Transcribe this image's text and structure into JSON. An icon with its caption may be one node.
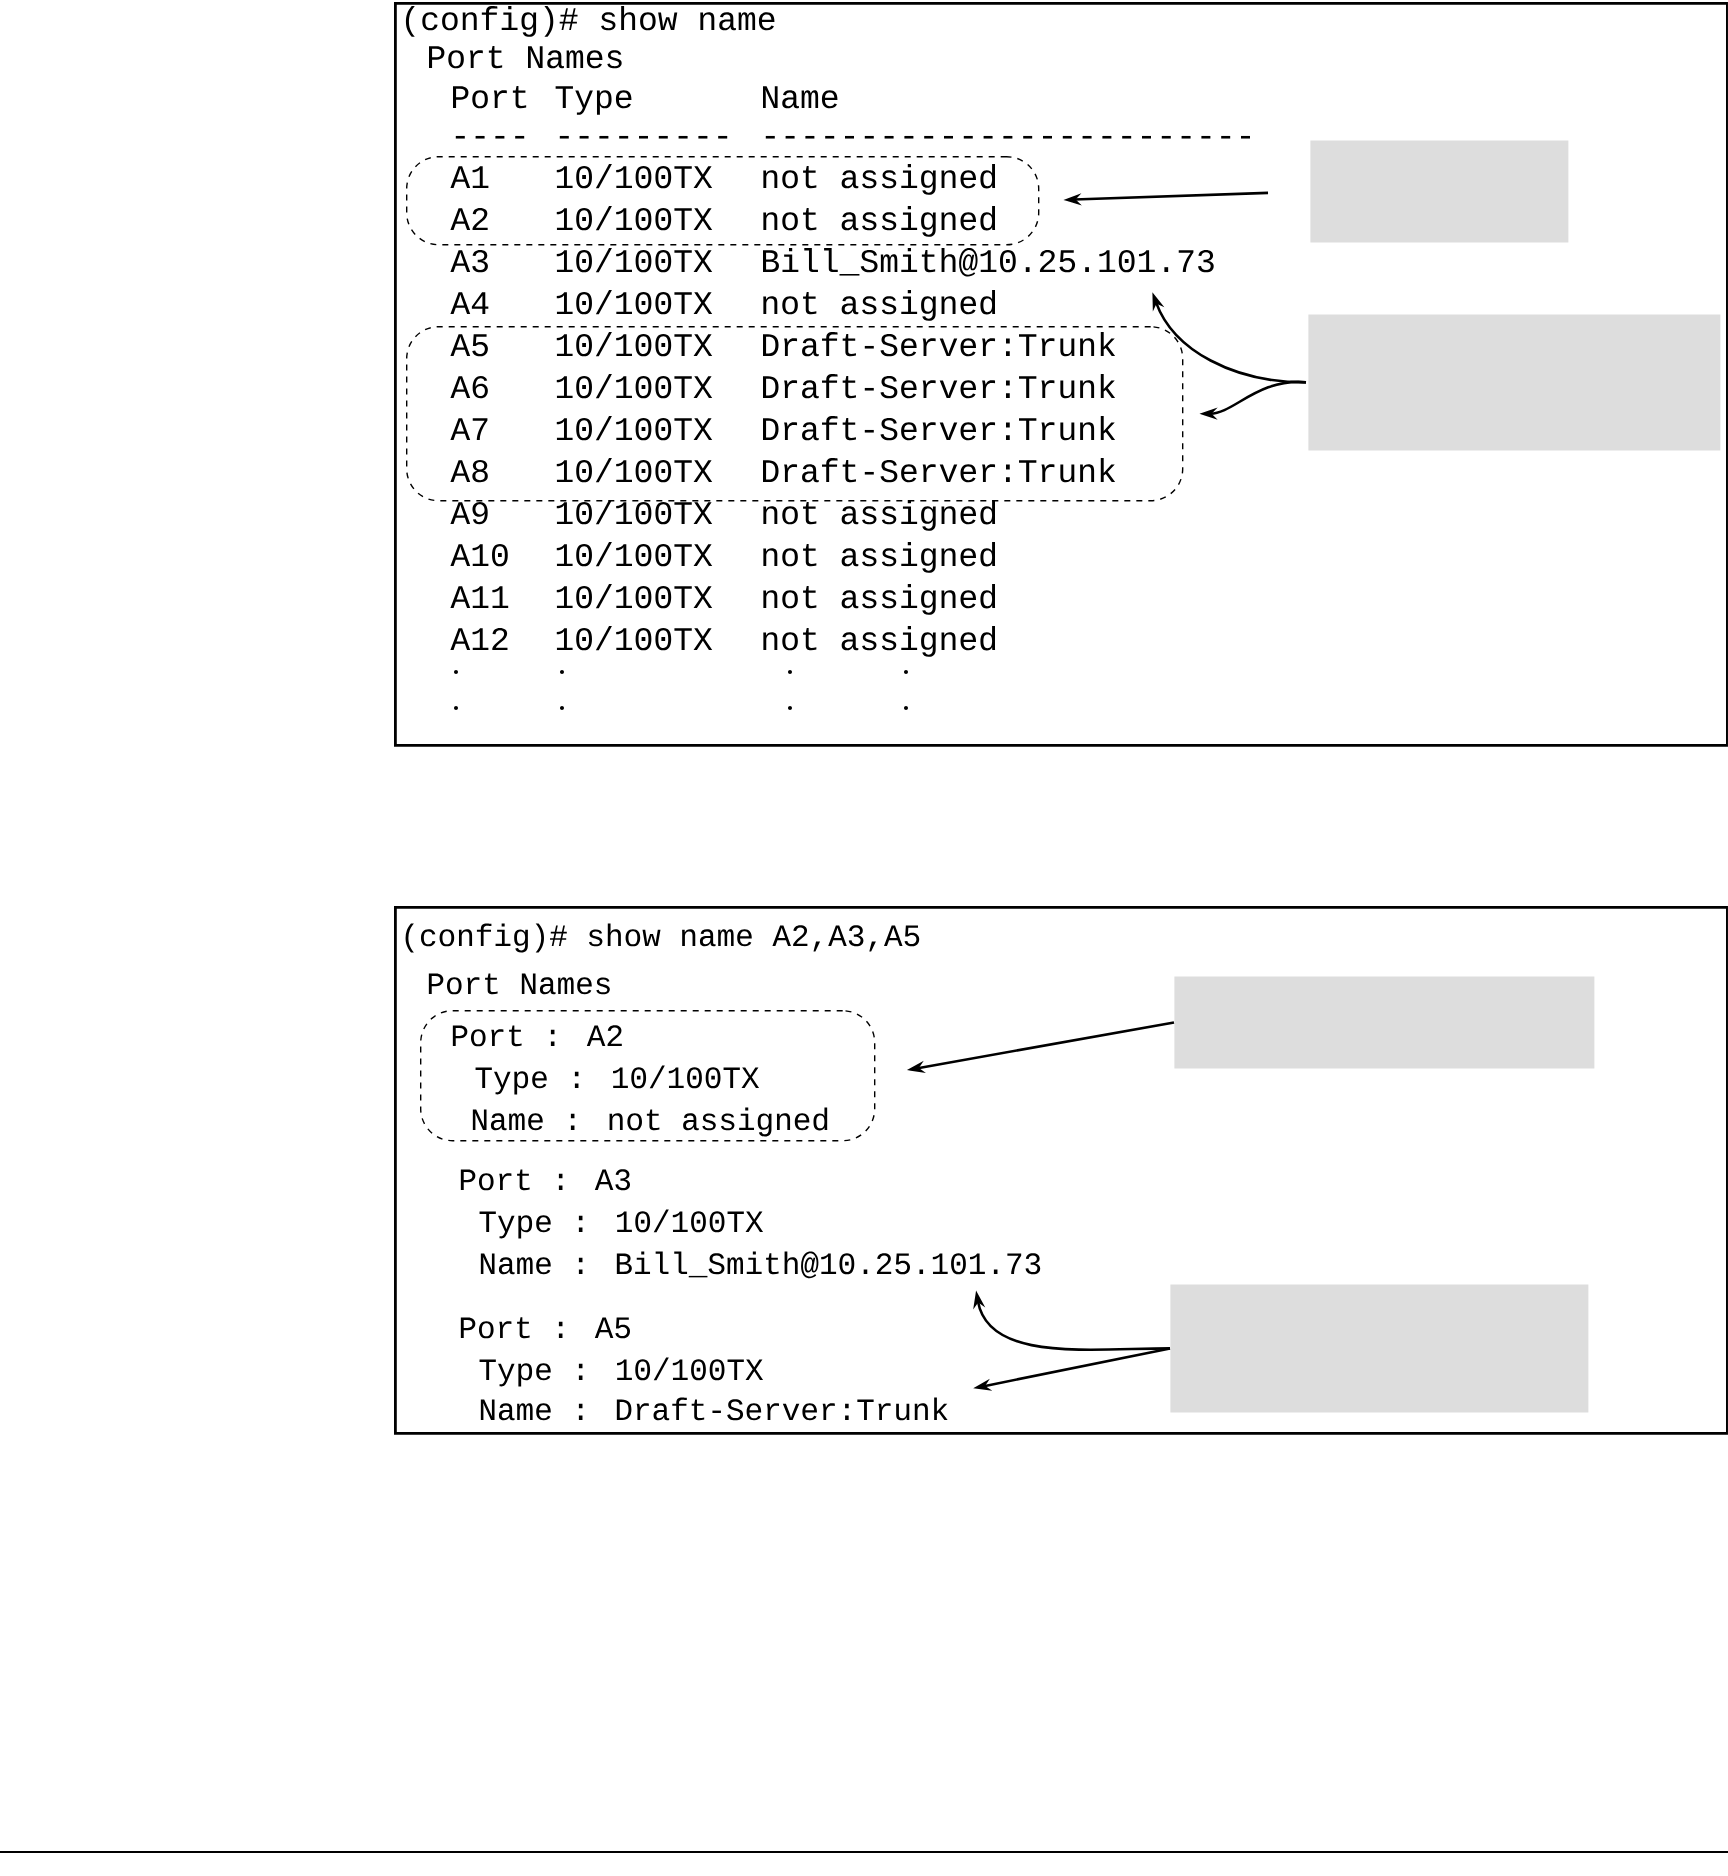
{
  "diagram": {
    "nodes": [
      {
        "text": [
          "(config)# show name",
          "Port Names",
          "Port",
          "Type",
          "Name",
          "----",
          "---------",
          "-------------------------",
          "A3",
          "10/100TX",
          "A4",
          "10/100TX",
          "not assigned",
          "A9",
          "10/100TX",
          "not assigned",
          "A10",
          "10/100TX",
          "not assigned",
          "A11",
          "10/100TX",
          "not assigned",
          "A12",
          "10/100TX",
          "not assigned"
        ]
      },
      {
        "text": [
          "A1",
          "10/100TX",
          "not assigned",
          "A2",
          "10/100TX",
          "not assigned"
        ],
        "in": 0
      },
      {
        "text": [
          "Bill_Smith@10.25.101.73"
        ],
        "in": 0
      },
      {
        "text": [
          "A5",
          "10/100TX",
          "Draft-Server:Trunk",
          "A6",
          "10/100TX",
          "Draft-Server:Trunk",
          "A7",
          "10/100TX",
          "Draft-Server:Trunk",
          "A8",
          "10/100TX",
          "Draft-Server:Trunk"
        ],
        "in": 0
      },
      {
        "text": [],
        "shape": "box",
        "in": 0
      },
      {
        "text": [],
        "shape": "box",
        "in": 0
      },
      {
        "text": [
          "(config)# show name A2,A3,A5",
          "Port Names",
          "Port : A3",
          "Type : 10/100TX",
          "Name :",
          "Port : A5",
          "Type : 10/100TX",
          "Name :"
        ]
      },
      {
        "text": [
          "Port : A2",
          "Type : 10/100TX",
          "Name : not assigned"
        ],
        "in": 6
      },
      {
        "text": [
          "Bill_Smith@10.25.101.73"
        ],
        "in": 6
      },
      {
        "text": [
          "Draft-Server:Trunk"
        ],
        "in": 6
      },
      {
        "text": [],
        "shape": "box",
        "in": 6
      },
      {
        "text": [],
        "shape": "box",
        "in": 6
      }
    ],
    "edges": [
      {
        "from": 4,
        "to": 1,
        "arrow": "to"
      },
      {
        "from": 5,
        "to": 2,
        "arrow": "to"
      },
      {
        "from": 5,
        "to": 3,
        "arrow": "to"
      },
      {
        "from": 10,
        "to": 7,
        "arrow": "to"
      },
      {
        "from": 11,
        "to": 8,
        "arrow": "to"
      },
      {
        "from": 11,
        "to": 9,
        "arrow": "to"
      }
    ]
  }
}
